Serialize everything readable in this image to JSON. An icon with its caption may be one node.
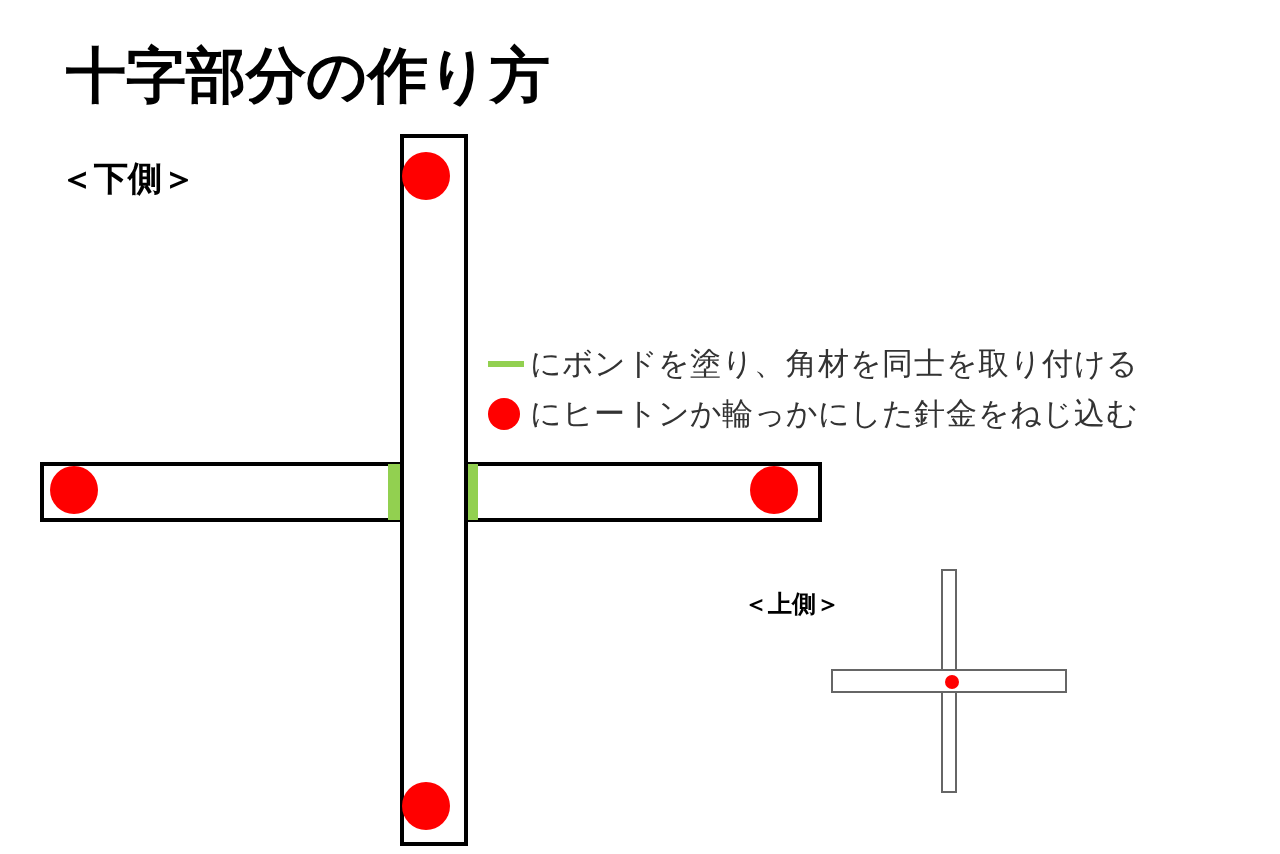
{
  "diagram": {
    "title": "十字部分の作り方",
    "labels": [
      "＜下側＞",
      "＜上側＞"
    ],
    "legend": [
      {
        "text": "にボンドを塗り、角材を同士を取り付ける"
      },
      {
        "text": "にヒートンか輪っかにした針金をねじ込む"
      }
    ]
  }
}
